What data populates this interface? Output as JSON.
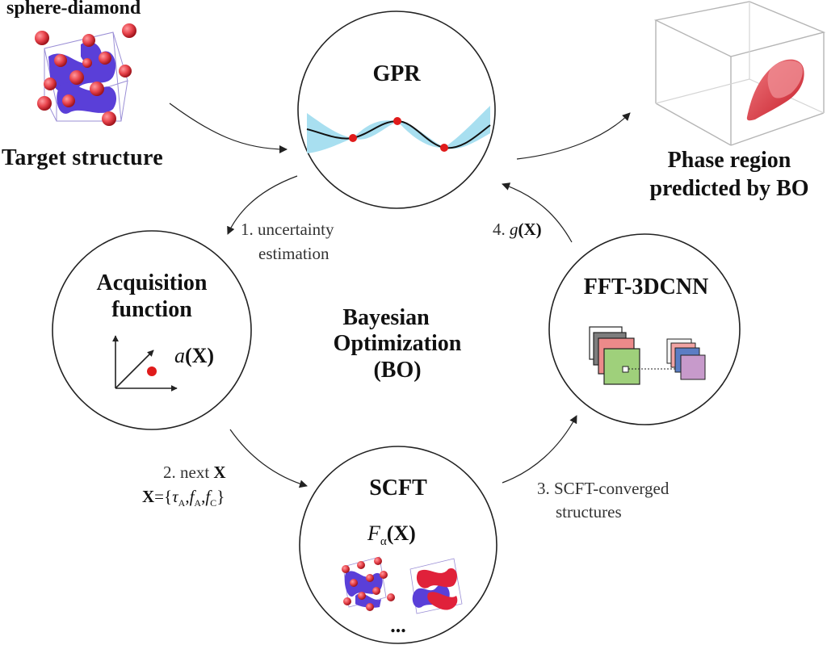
{
  "target": {
    "structure_name": "sphere-diamond",
    "caption": "Target structure"
  },
  "gpr": {
    "title": "GPR"
  },
  "acquisition": {
    "title_line1": "Acquisition",
    "title_line2": "function",
    "func_name": "a",
    "func_arg": "(X)"
  },
  "center": {
    "line1": "Bayesian",
    "line2": "Optimization",
    "line3": "(BO)"
  },
  "fftcnn": {
    "title": "FFT-3DCNN"
  },
  "scft": {
    "title": "SCFT",
    "func_name": "F",
    "func_sub": "α",
    "func_arg": "(X)",
    "ellipsis": "..."
  },
  "phase": {
    "line1": "Phase region",
    "line2": "predicted by BO"
  },
  "steps": {
    "step1_line1": "1. uncertainty",
    "step1_line2": "estimation",
    "step2_line1_prefix": "2. next ",
    "step2_line1_var": "X",
    "step2_X": "X",
    "step2_eq": "={",
    "step2_tau": "τ",
    "step2_tau_sub": "A",
    "step2_comma1": ",",
    "step2_fA": "f",
    "step2_fA_sub": "A",
    "step2_comma2": ",",
    "step2_fC": "f",
    "step2_fC_sub": "C",
    "step2_close": "}",
    "step3_line1": "3. SCFT-converged",
    "step3_line2": "structures",
    "step4_prefix": "4. ",
    "step4_func": "g",
    "step4_arg": "(X)"
  },
  "colors": {
    "circle_stroke": "#222222",
    "arrow": "#222222",
    "band": "#a8dff0",
    "red_point": "#e01b1b",
    "sphere": "#e8444c",
    "network_blue": "#5a3fd8",
    "network_red": "#e0213a",
    "box_edge": "#9b8fd6",
    "region": "#e34550",
    "cube_edge": "#b5b5b5",
    "layer_gray1": "#c9c9c9",
    "layer_gray2": "#7d7d7d",
    "layer_pink": "#ec8a8a",
    "layer_green": "#9fd07b",
    "out_white": "#f5f5f5",
    "out_pink": "#f1a3a3",
    "out_blue": "#5b7dc4",
    "out_purple": "#c79acb"
  }
}
